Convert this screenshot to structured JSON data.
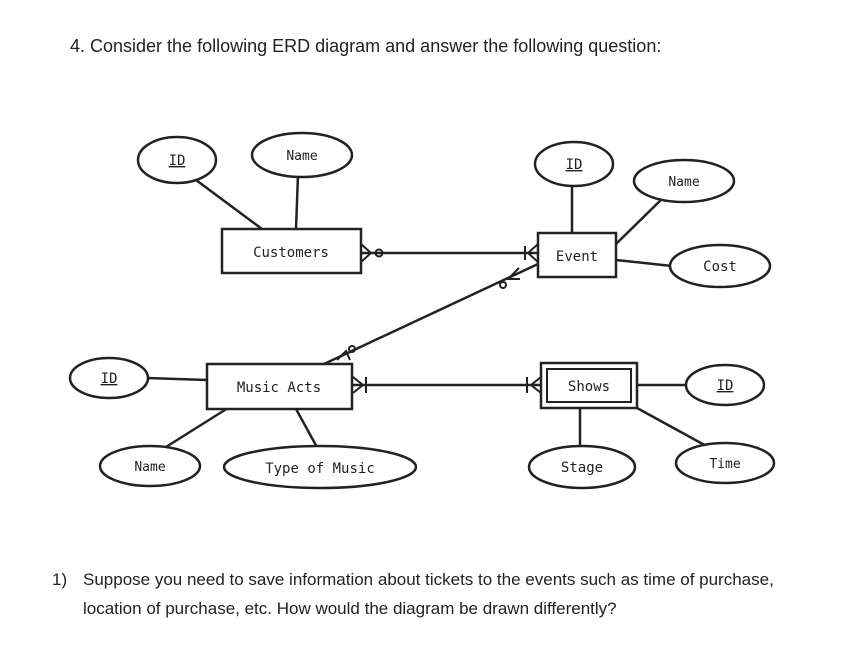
{
  "question": {
    "heading": "4. Consider the following ERD diagram and answer the following question:",
    "sub_number": "1)",
    "sub_text": "Suppose you need to save information about tickets to the events such as time of purchase, location of purchase, etc. How would the diagram be drawn differently?"
  },
  "diagram": {
    "entities": {
      "customers": "Customers",
      "event": "Event",
      "music_acts": "Music Acts",
      "shows": "Shows"
    },
    "attributes": {
      "customer_id": "ID",
      "customer_name": "Name",
      "event_id": "ID",
      "event_name": "Name",
      "event_cost": "Cost",
      "music_id": "ID",
      "music_name": "Name",
      "music_type": "Type of Music",
      "show_id": "ID",
      "show_stage": "Stage",
      "show_time": "Time"
    }
  }
}
